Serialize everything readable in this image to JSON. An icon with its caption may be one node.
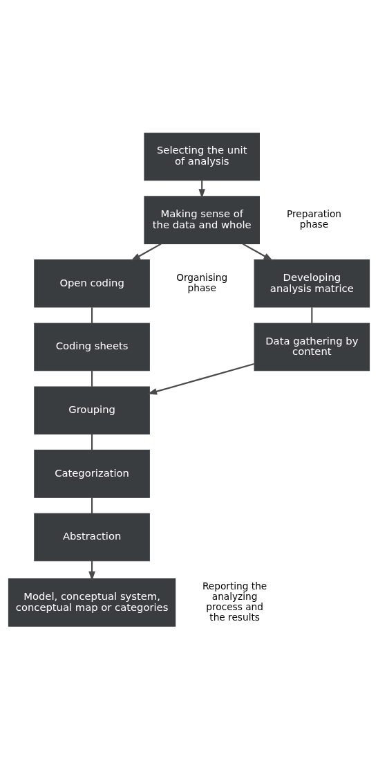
{
  "diagram": {
    "nodes": [
      {
        "text": [
          "Selecting the unit of analysis"
        ]
      },
      {
        "text": [
          "Making sense of the data and whole"
        ]
      },
      {
        "text": [
          "Open coding"
        ]
      },
      {
        "text": [
          "Coding sheets"
        ]
      },
      {
        "text": [
          "Grouping"
        ]
      },
      {
        "text": [
          "Categorization"
        ]
      },
      {
        "text": [
          "Abstraction"
        ]
      },
      {
        "text": [
          "Developing analysis matrice"
        ]
      },
      {
        "text": [
          "Data gathering by content"
        ]
      },
      {
        "text": [
          "Model, conceptual system, conceptual map or categories"
        ]
      }
    ],
    "edges": [
      {
        "from": 0,
        "to": 1,
        "arrow": "to"
      },
      {
        "from": 1,
        "to": 2,
        "arrow": "to"
      },
      {
        "from": 1,
        "to": 7,
        "arrow": "to"
      },
      {
        "from": 2,
        "to": 3,
        "arrow": "none"
      },
      {
        "from": 3,
        "to": 4,
        "arrow": "none"
      },
      {
        "from": 4,
        "to": 5,
        "arrow": "none"
      },
      {
        "from": 5,
        "to": 6,
        "arrow": "none"
      },
      {
        "from": 7,
        "to": 8,
        "arrow": "none"
      },
      {
        "from": 8,
        "to": 4,
        "arrow": "to"
      },
      {
        "from": 6,
        "to": 9,
        "arrow": "to"
      }
    ],
    "labels": [
      "Preparation phase",
      "Organising phase",
      "Reporting the analyzing process and the results"
    ]
  }
}
